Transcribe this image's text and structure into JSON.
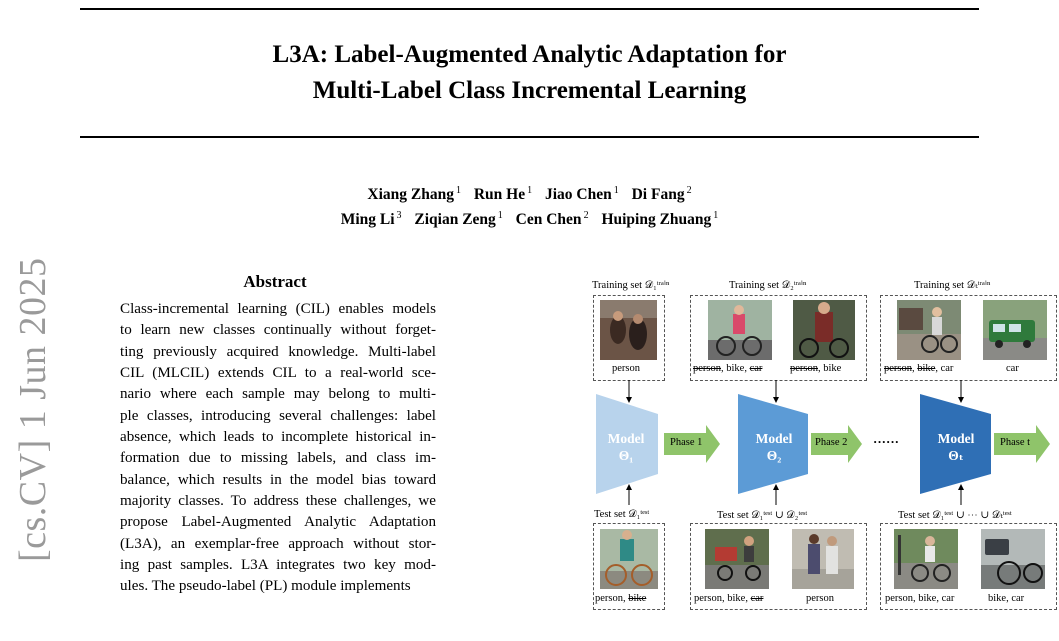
{
  "paper": {
    "title_line1": "L3A: Label-Augmented Analytic Adaptation for",
    "title_line2": "Multi-Label Class Incremental Learning",
    "authors_line1": [
      {
        "name": "Xiang Zhang",
        "aff": "1"
      },
      {
        "name": "Run He",
        "aff": "1"
      },
      {
        "name": "Jiao Chen",
        "aff": "1"
      },
      {
        "name": "Di Fang",
        "aff": "2"
      }
    ],
    "authors_line2": [
      {
        "name": "Ming Li",
        "aff": "3"
      },
      {
        "name": "Ziqian Zeng",
        "aff": "1"
      },
      {
        "name": "Cen Chen",
        "aff": "2"
      },
      {
        "name": "Huiping Zhuang",
        "aff": "1"
      }
    ],
    "arxiv_stamp": "[cs.CV]  1 Jun 2025",
    "abstract_heading": "Abstract",
    "abstract_lines": [
      "Class-incremental learning (CIL) enables models",
      "to learn new classes continually without forget-",
      "ting previously acquired knowledge. Multi-label",
      "CIL (MLCIL) extends CIL to a real-world sce-",
      "nario where each sample may belong to multi-",
      "ple classes, introducing several challenges: label",
      "absence, which leads to incomplete historical in-",
      "formation due to missing labels, and class im-",
      "balance, which results in the model bias toward",
      "majority classes. To address these challenges, we",
      "propose Label-Augmented Analytic Adaptation",
      "(L3A), an exemplar-free approach without stor-",
      "ing past samples. L3A integrates two key mod-",
      "ules. The pseudo-label (PL) module implements"
    ]
  },
  "figure": {
    "train_set_1": "Training set 𝒟₁ᵗʳᵃⁱⁿ",
    "train_set_2": "Training set 𝒟₂ᵗʳᵃⁱⁿ",
    "train_set_t": "Training set 𝒟ₜᵗʳᵃⁱⁿ",
    "test_set_1": "Test set 𝒟₁ᵗᵉˢᵗ",
    "test_set_2": "Test set  𝒟₁ᵗᵉˢᵗ ∪ 𝒟₂ᵗᵉˢᵗ",
    "test_set_t": "Test set  𝒟₁ᵗᵉˢᵗ ∪ ⋯ ∪ 𝒟ₜᵗᵉˢᵗ",
    "model_word": "Model",
    "model_1_sym": "Θ₁",
    "model_2_sym": "Θ₂",
    "model_t_sym": "Θₜ",
    "phase_1": "Phase 1",
    "phase_2": "Phase 2",
    "phase_t": "Phase t",
    "ellipsis": "······",
    "train_labels": {
      "img1": {
        "plain": "person",
        "struck": []
      },
      "img2a": {
        "struck1": "person",
        "mid": ", bike, ",
        "struck2": "car"
      },
      "img2b": {
        "struck1": "person",
        "mid": ", bike"
      },
      "img3a": {
        "struck1": "person",
        "sep": ", ",
        "struck2": "bike",
        "mid": ", car"
      },
      "img3b": {
        "plain": "car"
      }
    },
    "test_labels": {
      "img1": {
        "plain": "person, ",
        "struck": "bike"
      },
      "img2a": {
        "plain": "person, bike, ",
        "struck": "car"
      },
      "img2b": {
        "plain": "person"
      },
      "img3a": {
        "plain": "person, bike, car"
      },
      "img3b": {
        "plain": "bike, car"
      }
    },
    "colors": {
      "model1": "#b8d3ec",
      "model2": "#5c9bd6",
      "model3": "#2f6fb5",
      "phase_arrow": "#8fc46a"
    }
  }
}
